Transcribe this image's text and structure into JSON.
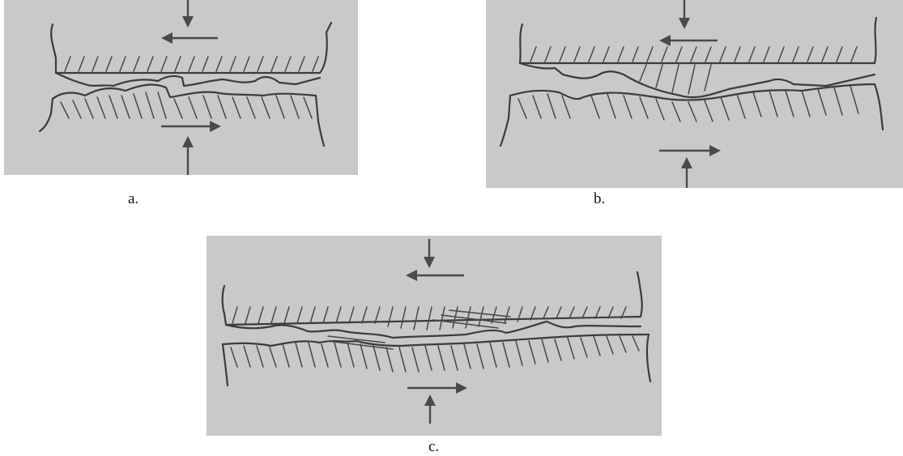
{
  "figure": {
    "captions": {
      "a": "a.",
      "b": "b.",
      "c": "c."
    },
    "panels": [
      {
        "id": "a",
        "caption": "a.",
        "arrows": [
          "down-top",
          "left-top",
          "right-bottom",
          "up-bottom"
        ]
      },
      {
        "id": "b",
        "caption": "b.",
        "arrows": [
          "down-top",
          "left-top",
          "right-bottom",
          "up-bottom"
        ]
      },
      {
        "id": "c",
        "caption": "c.",
        "arrows": [
          "down-top",
          "left-top",
          "right-bottom",
          "up-bottom"
        ]
      }
    ],
    "colors": {
      "paper": "#c9c9c9",
      "ink": "#3c3c3c",
      "background": "#ffffff"
    }
  }
}
